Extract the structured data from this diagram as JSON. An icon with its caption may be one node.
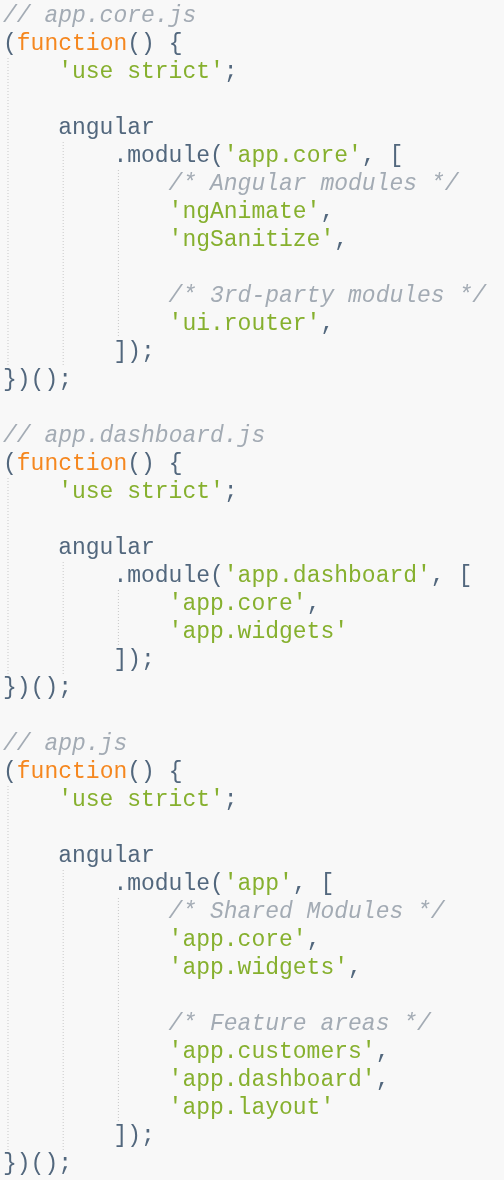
{
  "diagram": {
    "labels": [
      "// app.core.js",
      "(function() {",
      "'use strict';",
      "angular",
      ".module('app.core', [",
      "/* Angular modules */",
      "'ngAnimate',",
      "'ngSanitize',",
      "/* 3rd-party modules */",
      "'ui.router',",
      "]);",
      "})();",
      "// app.dashboard.js",
      "(function() {",
      "'use strict';",
      "angular",
      ".module('app.dashboard', [",
      "'app.core',",
      "'app.widgets'",
      "]);",
      "})();",
      "// app.js",
      "(function() {",
      "'use strict';",
      "angular",
      ".module('app', [",
      "/* Shared Modules */",
      "'app.core',",
      "'app.widgets',",
      "/* Feature areas */",
      "'app.customers',",
      "'app.dashboard',",
      "'app.layout'",
      "]);",
      "})();"
    ]
  }
}
